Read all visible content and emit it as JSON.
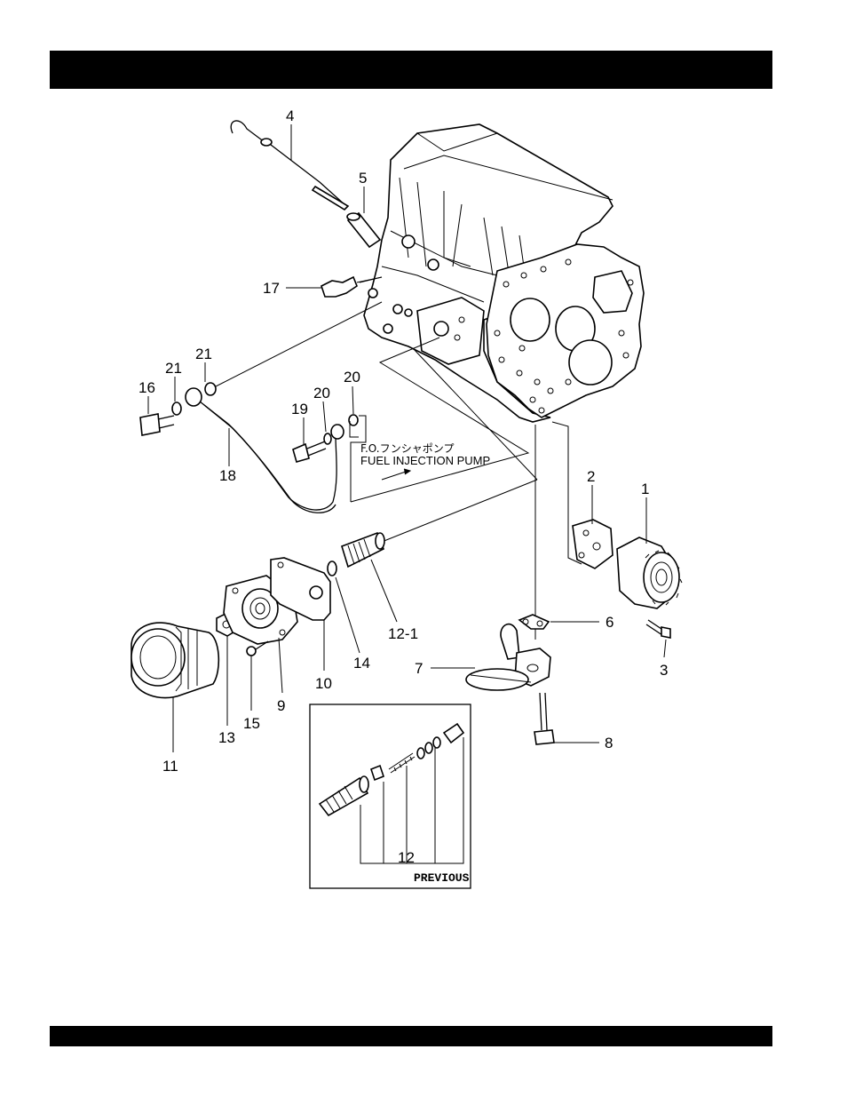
{
  "callouts": {
    "c1": "1",
    "c2": "2",
    "c3": "3",
    "c4": "4",
    "c5": "5",
    "c6": "6",
    "c7": "7",
    "c8": "8",
    "c9": "9",
    "c10": "10",
    "c11": "11",
    "c12": "12",
    "c12_1": "12-1",
    "c13": "13",
    "c14": "14",
    "c15": "15",
    "c16": "16",
    "c17": "17",
    "c18": "18",
    "c19": "19",
    "c20a": "20",
    "c20b": "20",
    "c21a": "21",
    "c21b": "21"
  },
  "annotation": {
    "japanese": "F.O.フンシャポンプ",
    "english": "FUEL INJECTION PUMP"
  },
  "inset": {
    "label": "PREVIOUS"
  }
}
